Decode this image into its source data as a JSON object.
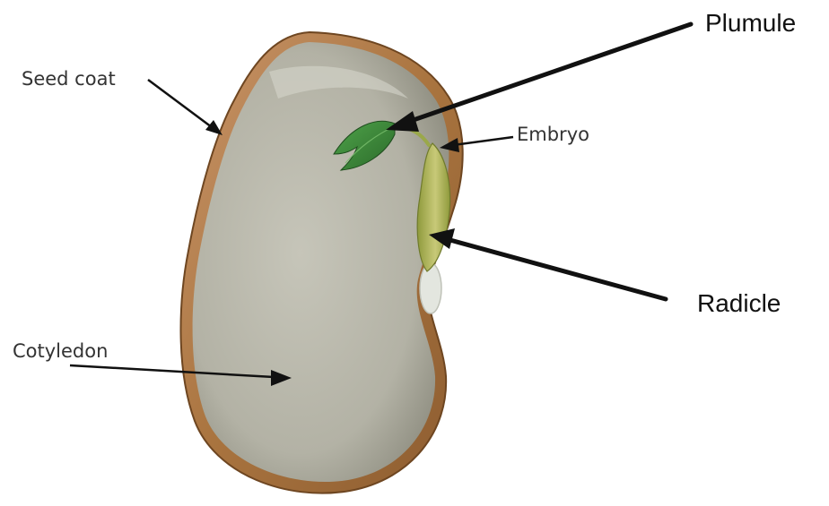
{
  "labels": {
    "seed_coat": "Seed coat",
    "cotyledon": "Cotyledon",
    "embryo": "Embryo",
    "plumule": "Plumule",
    "radicle": "Radicle"
  },
  "colors": {
    "seed_coat": "#b07a47",
    "cotyledon": "#a9a89a",
    "plumule": "#3d8a37",
    "radicle": "#b4b85a",
    "arrow": "#111111"
  }
}
